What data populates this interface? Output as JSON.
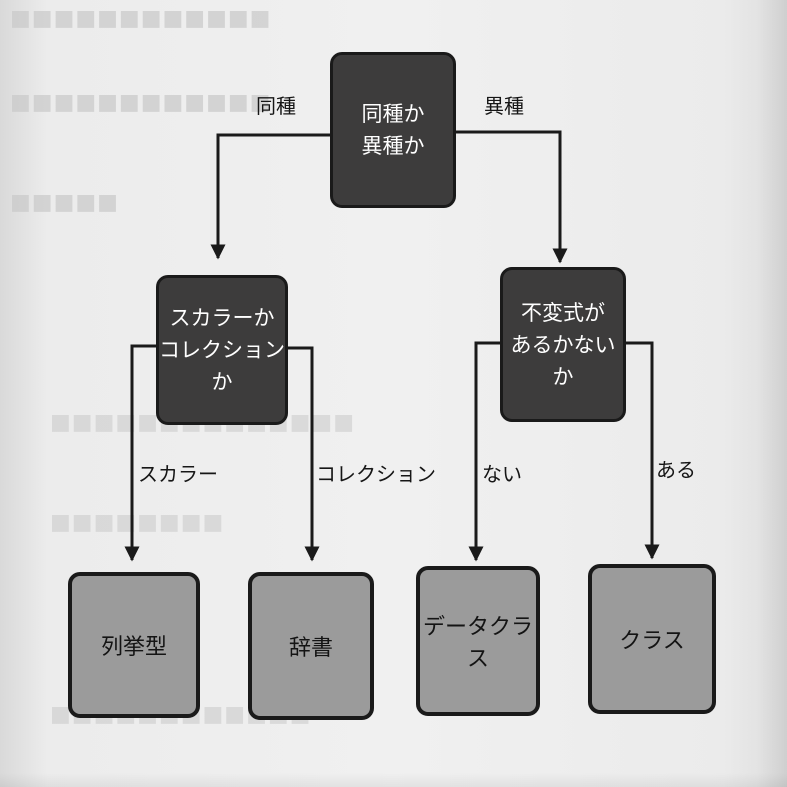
{
  "diagram": {
    "root": {
      "line1": "同種か",
      "line2": "異種か"
    },
    "left_decision": {
      "line1": "スカラーか",
      "line2": "コレクションか"
    },
    "right_decision": {
      "line1": "不変式が",
      "line2": "あるかないか"
    },
    "leaves": {
      "enum": "列挙型",
      "dict": "辞書",
      "dataclass": "データクラス",
      "class": "クラス"
    },
    "edge_labels": {
      "same": "同種",
      "diff": "異種",
      "scalar": "スカラー",
      "collection": "コレクション",
      "no": "ない",
      "yes": "ある"
    }
  },
  "colors": {
    "decision_fill": "#3d3c3c",
    "leaf_fill": "#9b9b9b",
    "line": "#1a1a1a",
    "page": "#ececec"
  }
}
